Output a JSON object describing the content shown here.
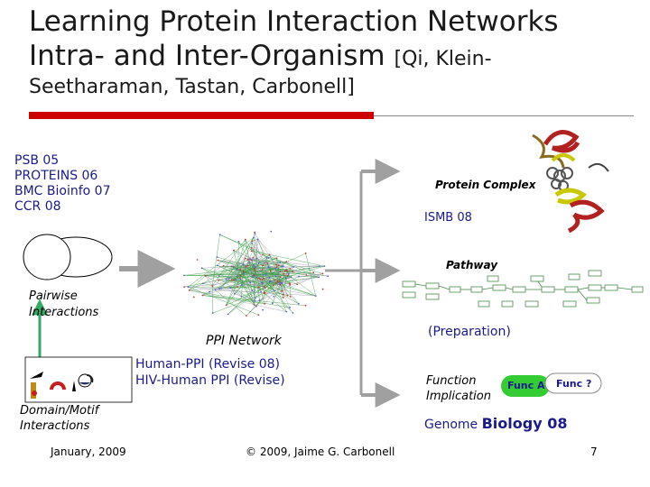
{
  "title": {
    "line1": "Learning Protein Interaction Networks",
    "line2": "Intra- and Inter-Organism",
    "citation_a": "[Qi, Klein-",
    "citation_b": "Seetharaman, Tastan, Carbonell]"
  },
  "conferences": [
    "PSB 05",
    "PROTEINS 06",
    "BMC Bioinfo 07",
    "CCR 08"
  ],
  "labels": {
    "pairwise": "Pairwise Interactions",
    "domain_motif": "Domain/Motif Interactions",
    "ppi_network": "PPI Network",
    "human_ppi": "Human-PPI (Revise 08)",
    "hiv_human_ppi": "HIV-Human PPI (Revise)",
    "protein_complex": "Protein Complex",
    "ismb": "ISMB 08",
    "pathway": "Pathway",
    "preparation": "(Preparation)",
    "function_implication": "Function Implication",
    "func_a": "Func A",
    "func_q": "Func ?",
    "genome_biology_prefix": "Genome ",
    "genome_biology_bold": "Biology 08"
  },
  "footer": {
    "date": "January, 2009",
    "copyright": "© 2009, Jaime G. Carbonell",
    "page": "7"
  },
  "colors": {
    "accent_red": "#cc0000",
    "text_blue": "#1a1a8c",
    "arrow_gray": "#a0a0a0",
    "func_a_green": "#33cc33",
    "link_green": "#33aa66"
  }
}
